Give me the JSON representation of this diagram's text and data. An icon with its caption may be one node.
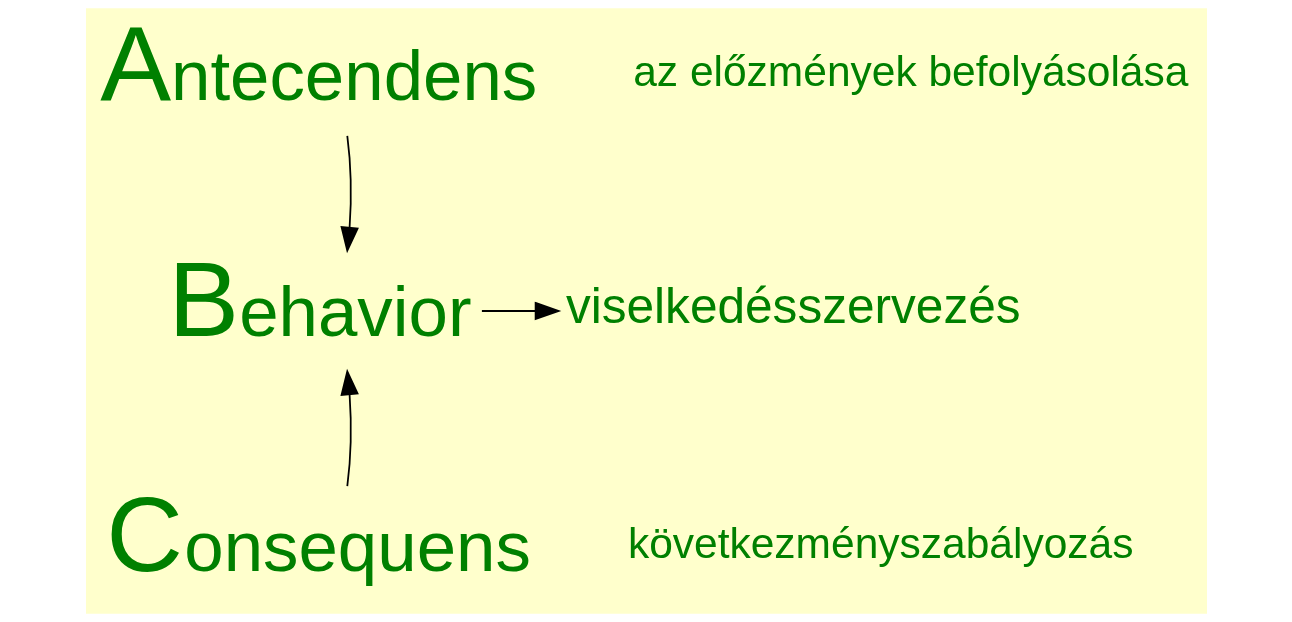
{
  "diagram": {
    "nodes": [
      {
        "text": [
          "Antecendens"
        ],
        "beside": [
          "az előzmények befolyásolása"
        ]
      },
      {
        "text": [
          "Behavior"
        ]
      },
      {
        "text": [
          "viselkedésszervezés"
        ]
      },
      {
        "text": [
          "Consequens"
        ],
        "beside": [
          "következményszabályozás"
        ]
      }
    ],
    "edges": [
      {
        "from": 0,
        "to": 1,
        "arrow": "to"
      },
      {
        "from": 1,
        "to": 2,
        "arrow": "to"
      },
      {
        "from": 3,
        "to": 1,
        "arrow": "to"
      }
    ]
  }
}
